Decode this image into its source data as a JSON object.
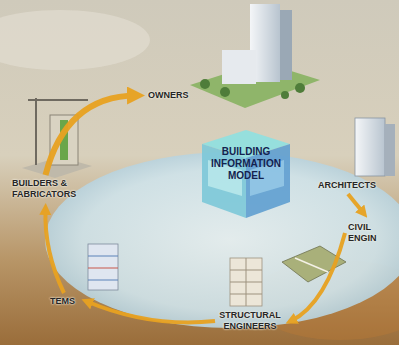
{
  "diagram": {
    "nodes": [
      {
        "text": [
          "OWNERS"
        ]
      },
      {
        "text": [
          "BUILDING INFORMATION MODEL"
        ]
      },
      {
        "text": [
          "ARCHITECTS"
        ]
      },
      {
        "text": [
          "CIVIL ENGIN"
        ]
      },
      {
        "text": [
          "STRUCTURAL ENGINEERS"
        ]
      },
      {
        "text": [
          "TEMS"
        ]
      },
      {
        "text": [
          "BUILDERS & FABRICATORS"
        ]
      }
    ],
    "edges": [
      {
        "from": 6,
        "to": 0,
        "arrow": "to"
      },
      {
        "from": 2,
        "to": 3,
        "arrow": "to"
      },
      {
        "from": 3,
        "to": 4,
        "arrow": "to"
      },
      {
        "from": 4,
        "to": 5,
        "arrow": "to"
      },
      {
        "from": 5,
        "to": 6,
        "arrow": "to"
      }
    ]
  }
}
